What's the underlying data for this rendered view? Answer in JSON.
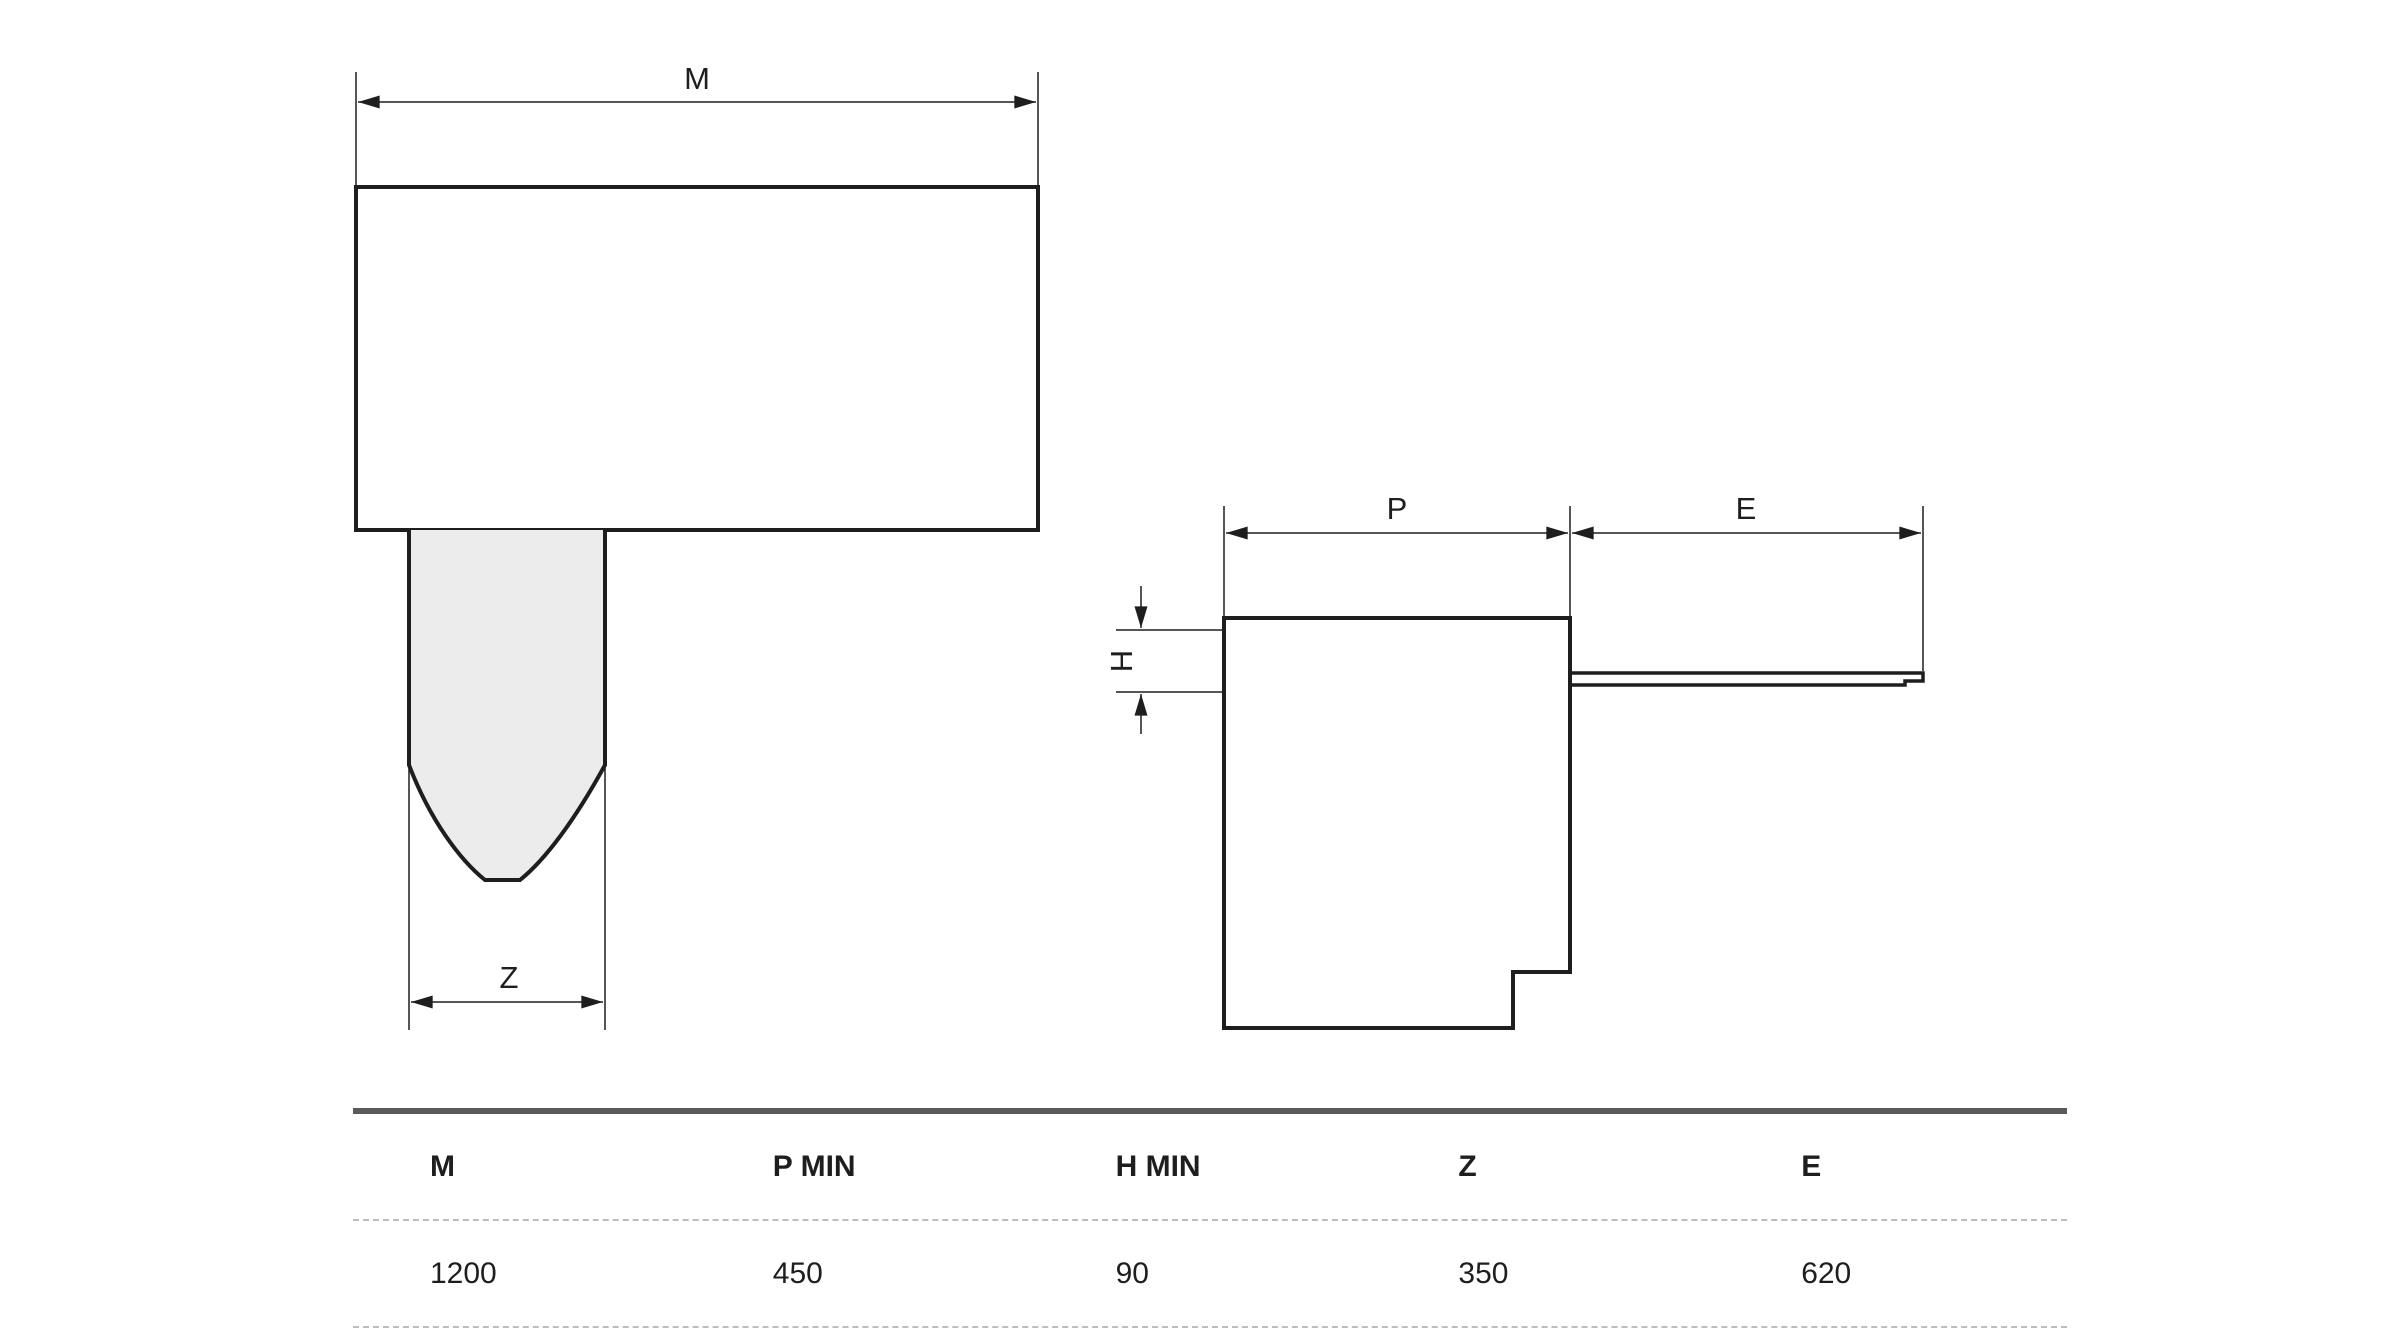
{
  "diagram": {
    "labels": {
      "width_m": "M",
      "spout_z": "Z",
      "depth_p": "P",
      "extension_e": "E",
      "height_h": "H"
    },
    "colors": {
      "outline": "#1e1e1e",
      "spout_fill": "#ececec"
    }
  },
  "table": {
    "headers": [
      "M",
      "P MIN",
      "H MIN",
      "Z",
      "E"
    ],
    "values": [
      "1200",
      "450",
      "90",
      "350",
      "620"
    ]
  }
}
